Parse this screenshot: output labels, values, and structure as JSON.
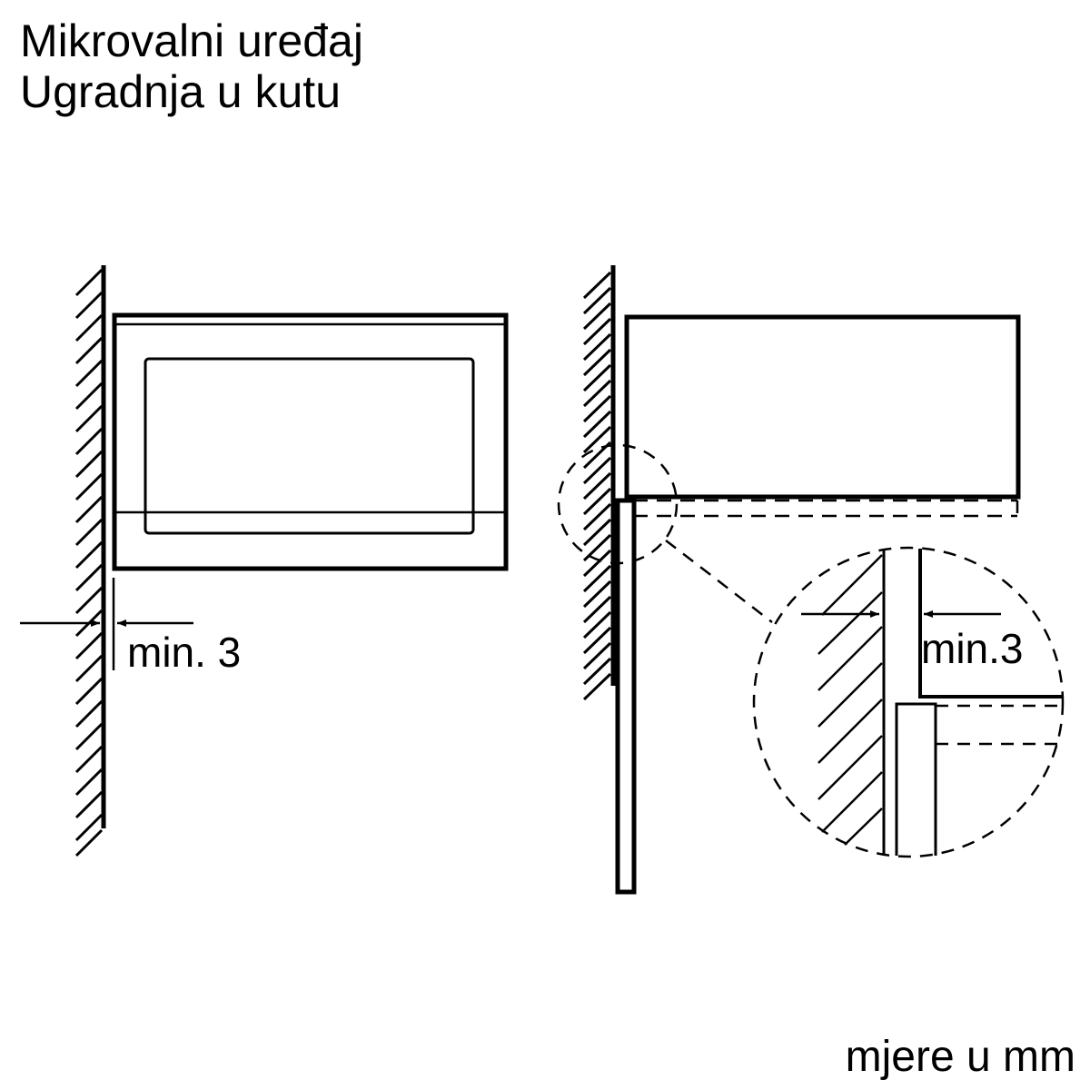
{
  "header": {
    "title_line1": "Mikrovalni uređaj",
    "title_line2": "Ugradnja u kutu"
  },
  "front_view": {
    "dimension_label": "min. 3",
    "dimension_value_mm": 3
  },
  "side_view": {
    "detail_dimension_label": "min.3",
    "detail_dimension_value_mm": 3
  },
  "footer": {
    "units_note": "mjere u mm"
  },
  "colors": {
    "line": "#000000",
    "background": "#ffffff"
  }
}
